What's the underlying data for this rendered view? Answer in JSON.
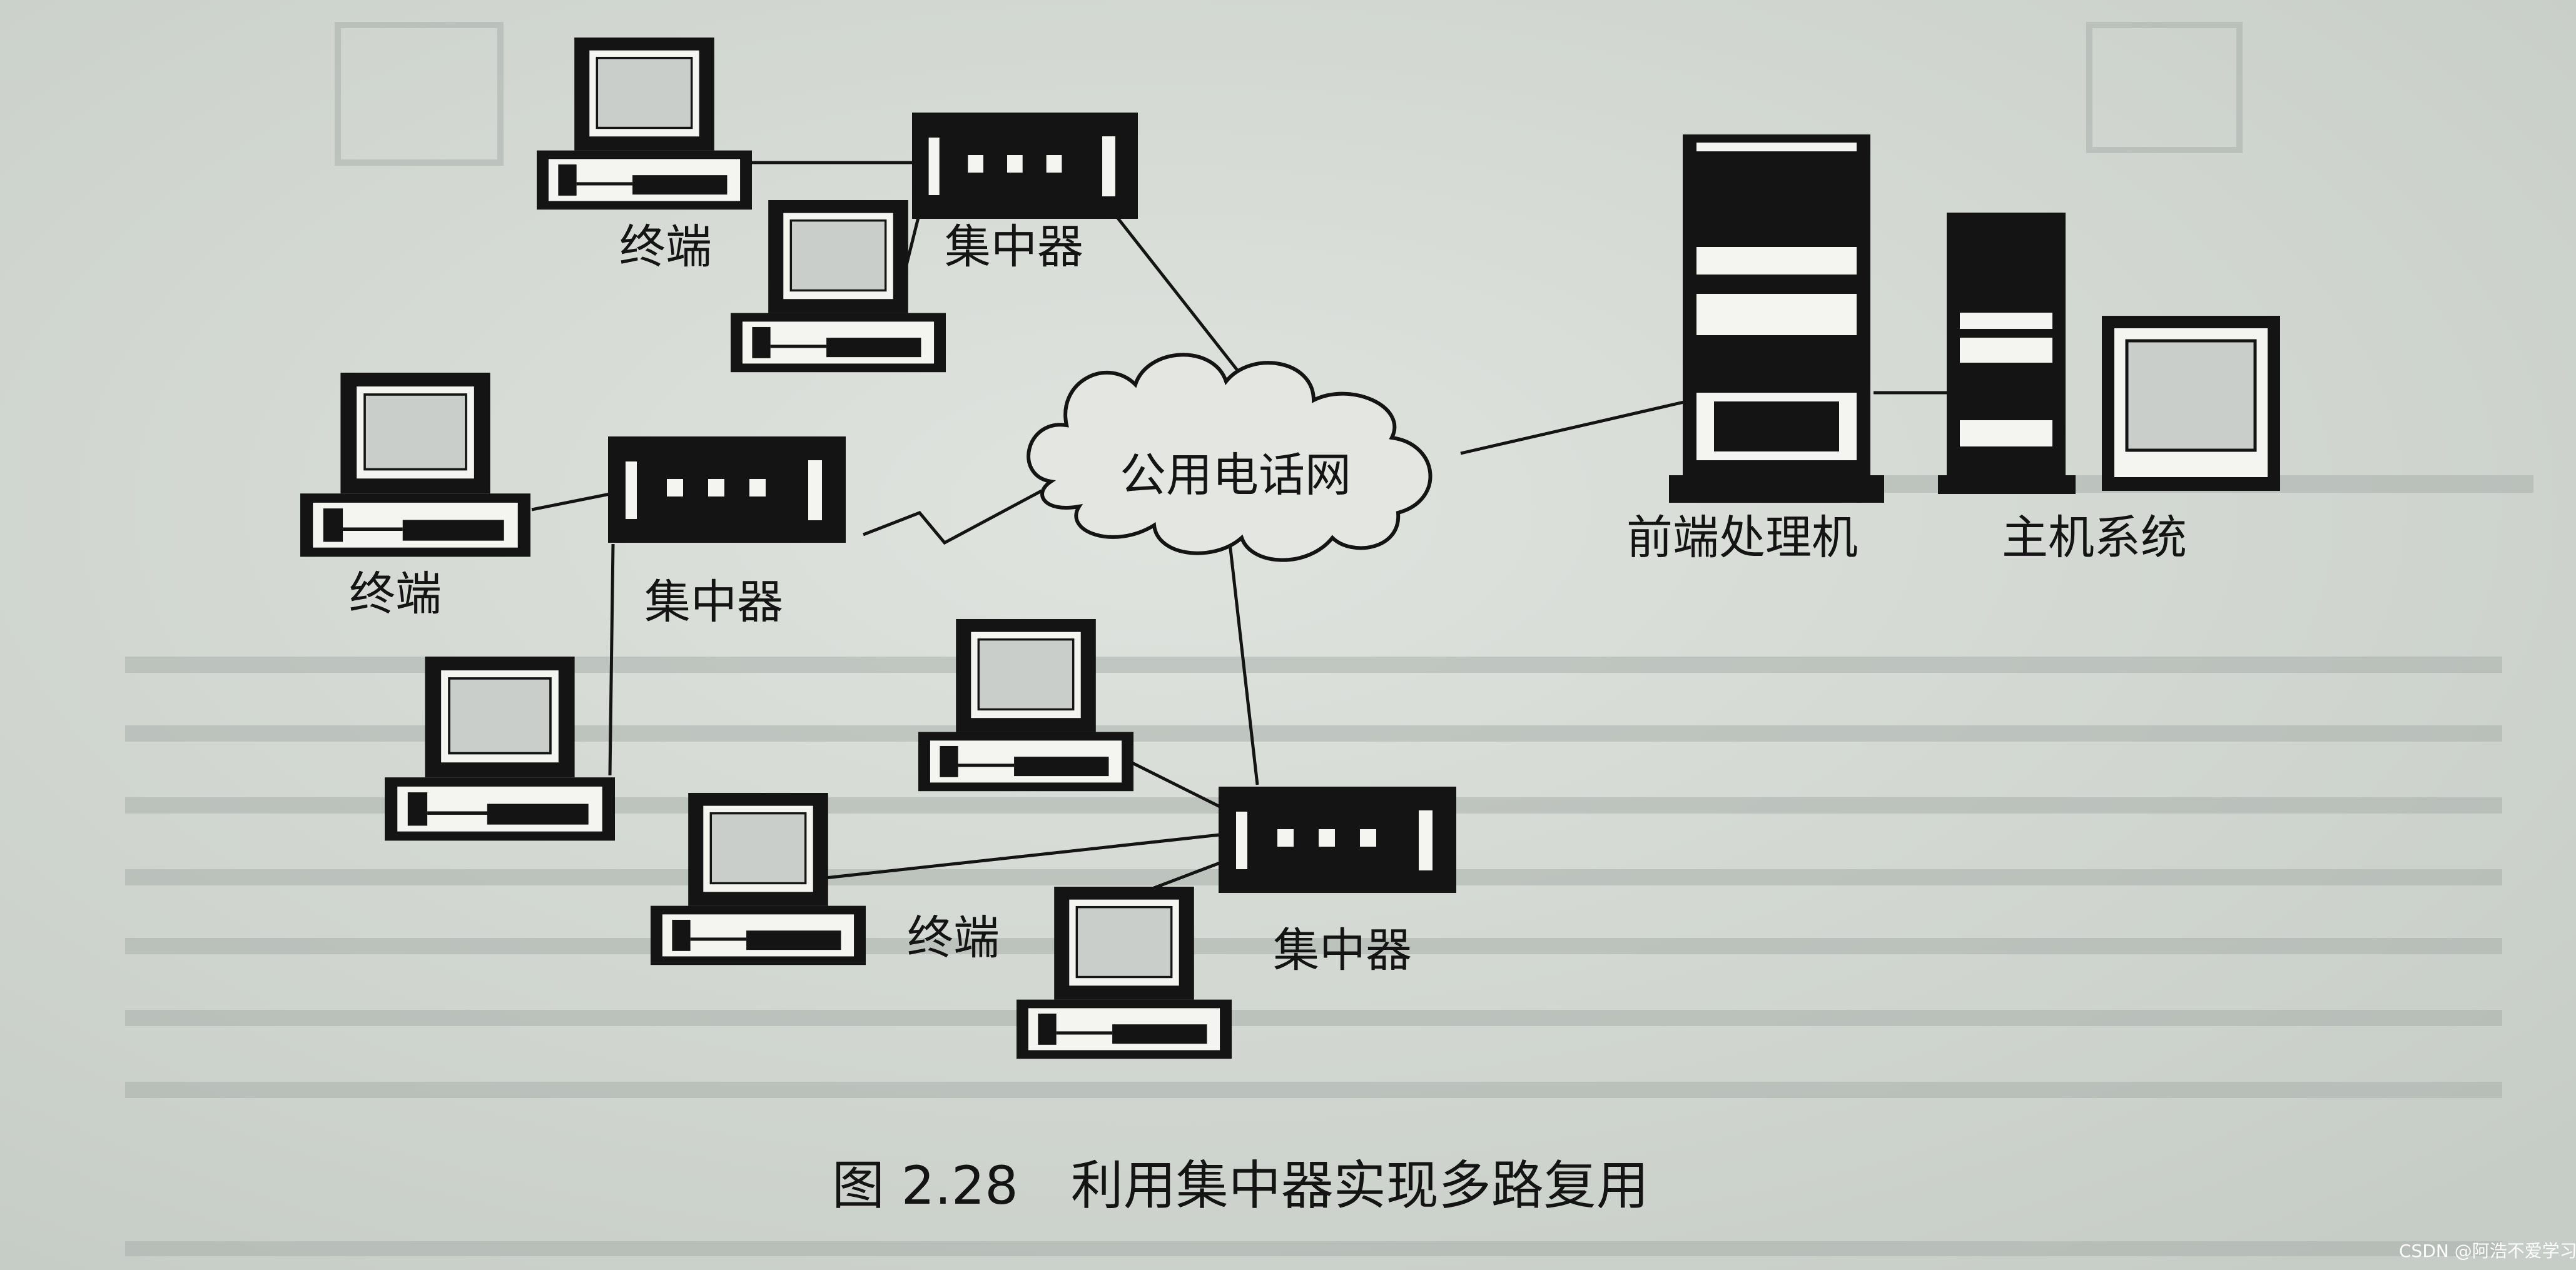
{
  "labels": {
    "terminal": "终端",
    "concentrator": "集中器",
    "network": "公用电话网",
    "front_end": "前端处理机",
    "host": "主机系统"
  },
  "caption": "图 2.28　利用集中器实现多路复用",
  "watermark": "CSDN @阿浩不爱学习",
  "colors": {
    "paper": "#d7dcd6",
    "ink": "#141414",
    "screen": "#c9ceca"
  }
}
